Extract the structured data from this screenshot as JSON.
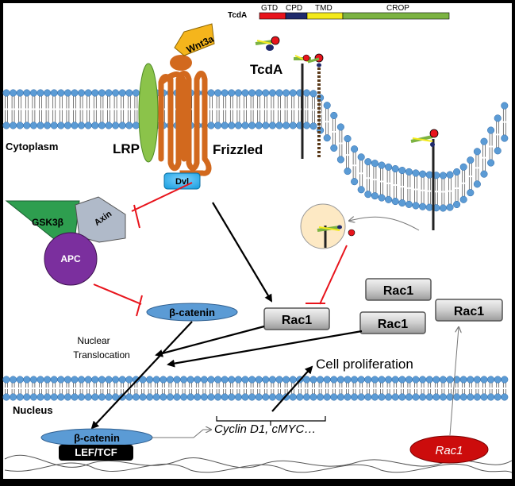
{
  "tcda_bar": {
    "label": "TcdA",
    "domains": [
      {
        "name": "GTD",
        "color": "#e8141c"
      },
      {
        "name": "CPD",
        "color": "#1f2a6b"
      },
      {
        "name": "TMD",
        "color": "#f3ea1c"
      },
      {
        "name": "CROP",
        "color": "#7cb342"
      }
    ]
  },
  "labels": {
    "tcda": "TcdA",
    "cytoplasm": "Cytoplasm",
    "lrp": "LRP",
    "frizzled": "Frizzled",
    "wnt3a": "Wnt3a",
    "dvl": "Dvl",
    "gsk3b": "GSK3β",
    "axin": "Axin",
    "apc": "APC",
    "beta_catenin_cyto": "β-catenin",
    "beta_catenin_nuc": "β-catenin",
    "lef_tcf": "LEF/TCF",
    "nuclear_translocation_1": "Nuclear",
    "nuclear_translocation_2": "Translocation",
    "cell_proliferation": "Cell proliferation",
    "nucleus": "Nucleus",
    "target_genes": "Cyclin D1, cMYC…",
    "rac1_gene": "Rac1"
  },
  "rac1_boxes": [
    "Rac1",
    "Rac1",
    "Rac1",
    "Rac1"
  ],
  "colors": {
    "lipid_head": "#5b9bd5",
    "frizzled": "#d2691e",
    "lrp": "#8bc34a",
    "wnt3a": "#f5b51c",
    "dvl": "#29b6f6",
    "gsk3b": "#2e9e4f",
    "axin": "#b0bac9",
    "apc": "#7b2f9e",
    "beta_catenin": "#5b9bd5",
    "inhibit": "#e8141c",
    "rac1_gene": "#cc0c0c",
    "vesicle": "#fde9c4"
  }
}
